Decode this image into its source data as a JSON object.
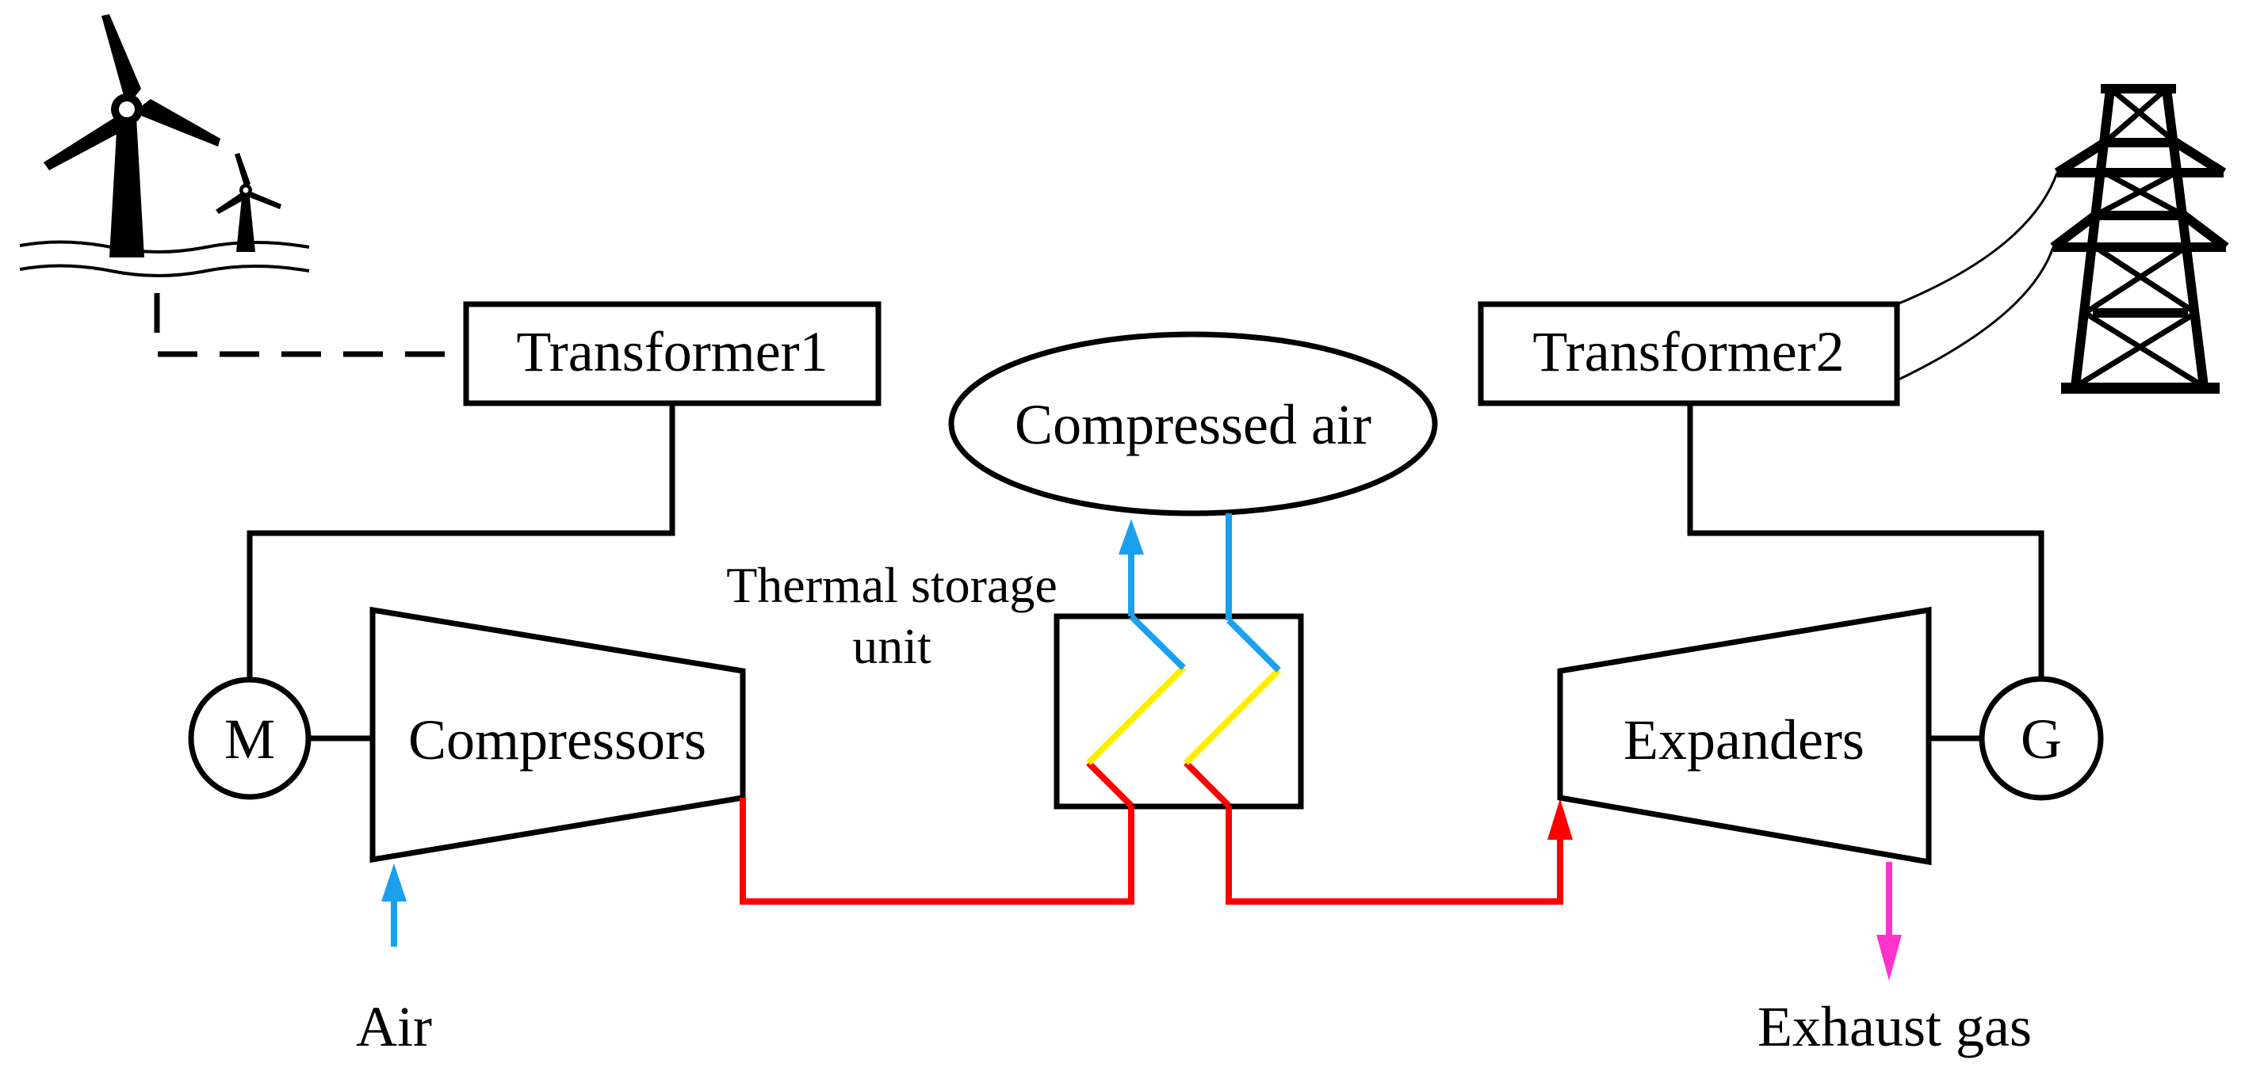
{
  "labels": {
    "transformer1": "Transformer1",
    "transformer2": "Transformer2",
    "compressed_air": "Compressed air",
    "thermal_storage_line1": "Thermal storage",
    "thermal_storage_line2": "unit",
    "motor": "M",
    "generator": "G",
    "compressors": "Compressors",
    "expanders": "Expanders",
    "air": "Air",
    "exhaust_gas": "Exhaust gas"
  },
  "icons": {
    "wind_turbines": "wind-turbine-icon",
    "power_tower": "transmission-tower-icon"
  },
  "colors": {
    "line": "#000000",
    "cold_air": "#1aa0ee",
    "hot_air": "#ff0000",
    "heat_exchange": "#ffee00",
    "exhaust": "#ff33cc"
  }
}
